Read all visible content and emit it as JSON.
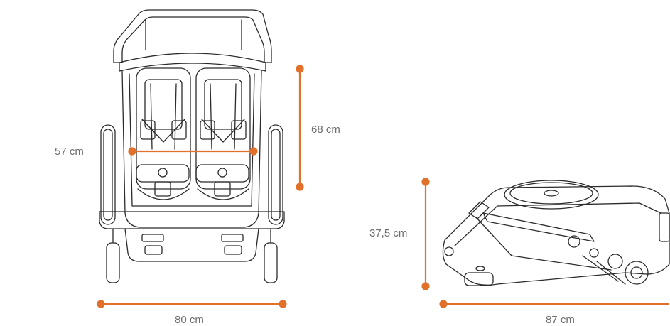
{
  "accent_color": "#e0702a",
  "line_color": "#2b2b2b",
  "label_color": "#6e6e6e",
  "dimensions": {
    "seat_width": "57 cm",
    "seat_height": "68 cm",
    "total_width": "80 cm",
    "folded_height": "37,5 cm",
    "folded_length": "87 cm"
  }
}
